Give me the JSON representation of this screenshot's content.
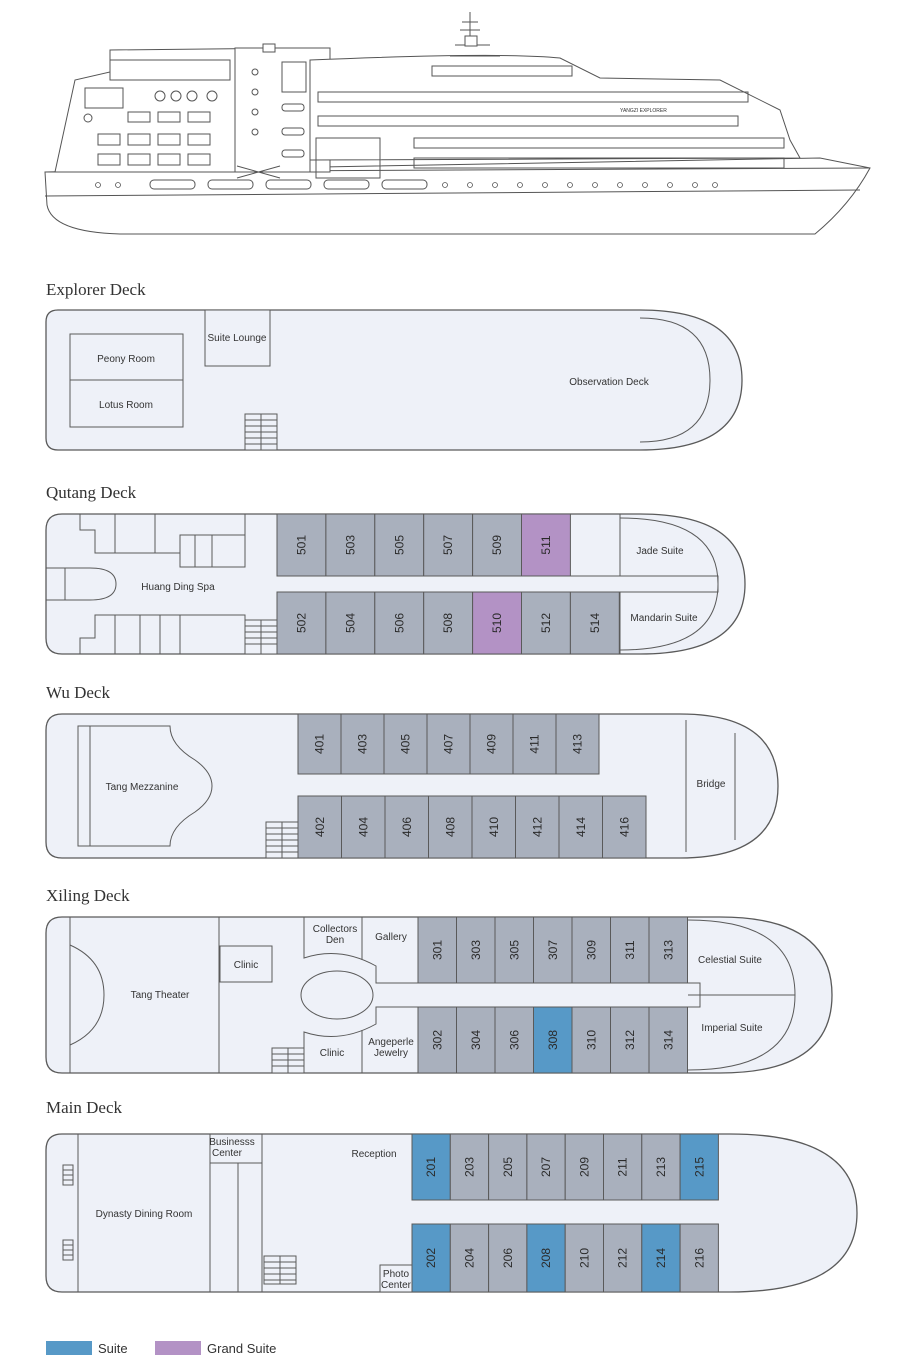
{
  "colors": {
    "standard": "#a9b0bd",
    "suite": "#5799c7",
    "grand_suite": "#b392c5",
    "hull": "#eef1f8",
    "outline": "#5a5a5a"
  },
  "legend": [
    {
      "label": "Suite",
      "type": "suite"
    },
    {
      "label": "Grand Suite",
      "type": "grand_suite"
    }
  ],
  "ship_name_marking": "YANGZI EXPLORER",
  "decks": {
    "explorer": {
      "title": "Explorer Deck",
      "rooms": {
        "peony": "Peony Room",
        "lotus": "Lotus Room",
        "suite_lounge": "Suite Lounge",
        "observation": "Observation Deck"
      }
    },
    "qutang": {
      "title": "Qutang Deck",
      "rooms": {
        "spa": "Huang Ding Spa",
        "jade": "Jade Suite",
        "mandarin": "Mandarin Suite"
      },
      "cabins_top": [
        {
          "num": "501",
          "type": "standard"
        },
        {
          "num": "503",
          "type": "standard"
        },
        {
          "num": "505",
          "type": "standard"
        },
        {
          "num": "507",
          "type": "standard"
        },
        {
          "num": "509",
          "type": "standard"
        },
        {
          "num": "511",
          "type": "grand_suite"
        }
      ],
      "cabins_bottom": [
        {
          "num": "502",
          "type": "standard"
        },
        {
          "num": "504",
          "type": "standard"
        },
        {
          "num": "506",
          "type": "standard"
        },
        {
          "num": "508",
          "type": "standard"
        },
        {
          "num": "510",
          "type": "grand_suite"
        },
        {
          "num": "512",
          "type": "standard"
        },
        {
          "num": "514",
          "type": "standard"
        }
      ]
    },
    "wu": {
      "title": "Wu Deck",
      "rooms": {
        "mezzanine": "Tang Mezzanine",
        "bridge": "Bridge"
      },
      "cabins_top": [
        {
          "num": "401",
          "type": "standard"
        },
        {
          "num": "403",
          "type": "standard"
        },
        {
          "num": "405",
          "type": "standard"
        },
        {
          "num": "407",
          "type": "standard"
        },
        {
          "num": "409",
          "type": "standard"
        },
        {
          "num": "411",
          "type": "standard"
        },
        {
          "num": "413",
          "type": "standard"
        }
      ],
      "cabins_bottom": [
        {
          "num": "402",
          "type": "standard"
        },
        {
          "num": "404",
          "type": "standard"
        },
        {
          "num": "406",
          "type": "standard"
        },
        {
          "num": "408",
          "type": "standard"
        },
        {
          "num": "410",
          "type": "standard"
        },
        {
          "num": "412",
          "type": "standard"
        },
        {
          "num": "414",
          "type": "standard"
        },
        {
          "num": "416",
          "type": "standard"
        }
      ]
    },
    "xiling": {
      "title": "Xiling Deck",
      "rooms": {
        "theater": "Tang Theater",
        "clinic_upper": "Clinic",
        "collectors_1": "Collectors",
        "collectors_2": "Den",
        "gallery": "Gallery",
        "clinic_lower": "Clinic",
        "jewelry_1": "Angeperle",
        "jewelry_2": "Jewelry",
        "celestial": "Celestial Suite",
        "imperial": "Imperial Suite"
      },
      "cabins_top": [
        {
          "num": "301",
          "type": "standard"
        },
        {
          "num": "303",
          "type": "standard"
        },
        {
          "num": "305",
          "type": "standard"
        },
        {
          "num": "307",
          "type": "standard"
        },
        {
          "num": "309",
          "type": "standard"
        },
        {
          "num": "311",
          "type": "standard"
        },
        {
          "num": "313",
          "type": "standard"
        }
      ],
      "cabins_bottom": [
        {
          "num": "302",
          "type": "standard"
        },
        {
          "num": "304",
          "type": "standard"
        },
        {
          "num": "306",
          "type": "standard"
        },
        {
          "num": "308",
          "type": "suite"
        },
        {
          "num": "310",
          "type": "standard"
        },
        {
          "num": "312",
          "type": "standard"
        },
        {
          "num": "314",
          "type": "standard"
        }
      ]
    },
    "main": {
      "title": "Main Deck",
      "rooms": {
        "dining": "Dynasty Dining Room",
        "business_1": "Businesss",
        "business_2": "Center",
        "reception": "Reception",
        "photo_1": "Photo",
        "photo_2": "Center"
      },
      "cabins_top": [
        {
          "num": "201",
          "type": "suite"
        },
        {
          "num": "203",
          "type": "standard"
        },
        {
          "num": "205",
          "type": "standard"
        },
        {
          "num": "207",
          "type": "standard"
        },
        {
          "num": "209",
          "type": "standard"
        },
        {
          "num": "211",
          "type": "standard"
        },
        {
          "num": "213",
          "type": "standard"
        },
        {
          "num": "215",
          "type": "suite"
        }
      ],
      "cabins_bottom": [
        {
          "num": "202",
          "type": "suite"
        },
        {
          "num": "204",
          "type": "standard"
        },
        {
          "num": "206",
          "type": "standard"
        },
        {
          "num": "208",
          "type": "suite"
        },
        {
          "num": "210",
          "type": "standard"
        },
        {
          "num": "212",
          "type": "standard"
        },
        {
          "num": "214",
          "type": "suite"
        },
        {
          "num": "216",
          "type": "standard"
        }
      ]
    }
  }
}
